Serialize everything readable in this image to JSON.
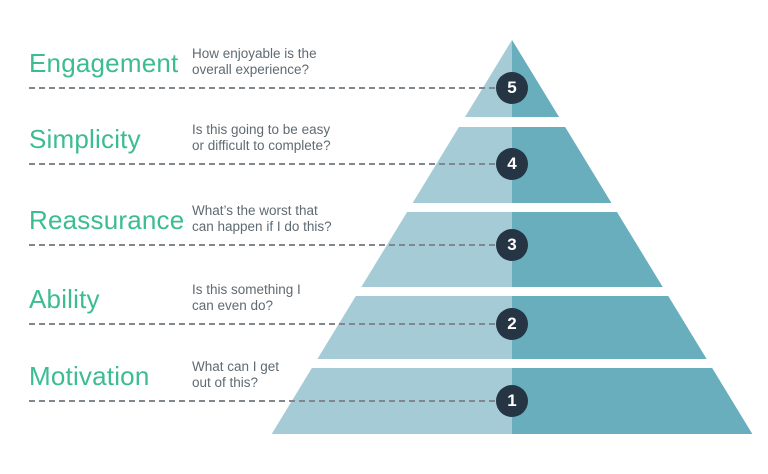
{
  "diagram": {
    "type": "pyramid-infographic",
    "colors": {
      "label_green": "#3cbc92",
      "question_gray": "#5f6a72",
      "pyramid_light": "#a5ccd6",
      "pyramid_dark": "#68aebc",
      "circle_navy": "#263544",
      "circle_text": "#ffffff",
      "dash_gray": "#80888e",
      "page_bg": "#ffffff"
    },
    "levels": [
      {
        "number": "5",
        "label": "Engagement",
        "question_line1": "How enjoyable is the",
        "question_line2": "overall experience?"
      },
      {
        "number": "4",
        "label": "Simplicity",
        "question_line1": "Is this going to be easy",
        "question_line2": "or difficult to complete?"
      },
      {
        "number": "3",
        "label": "Reassurance",
        "question_line1": "What’s the worst that",
        "question_line2": "can happen if I do this?"
      },
      {
        "number": "2",
        "label": "Ability",
        "question_line1": "Is this something I",
        "question_line2": "can even do?"
      },
      {
        "number": "1",
        "label": "Motivation",
        "question_line1": "What can I get",
        "question_line2": "out of this?"
      }
    ]
  }
}
